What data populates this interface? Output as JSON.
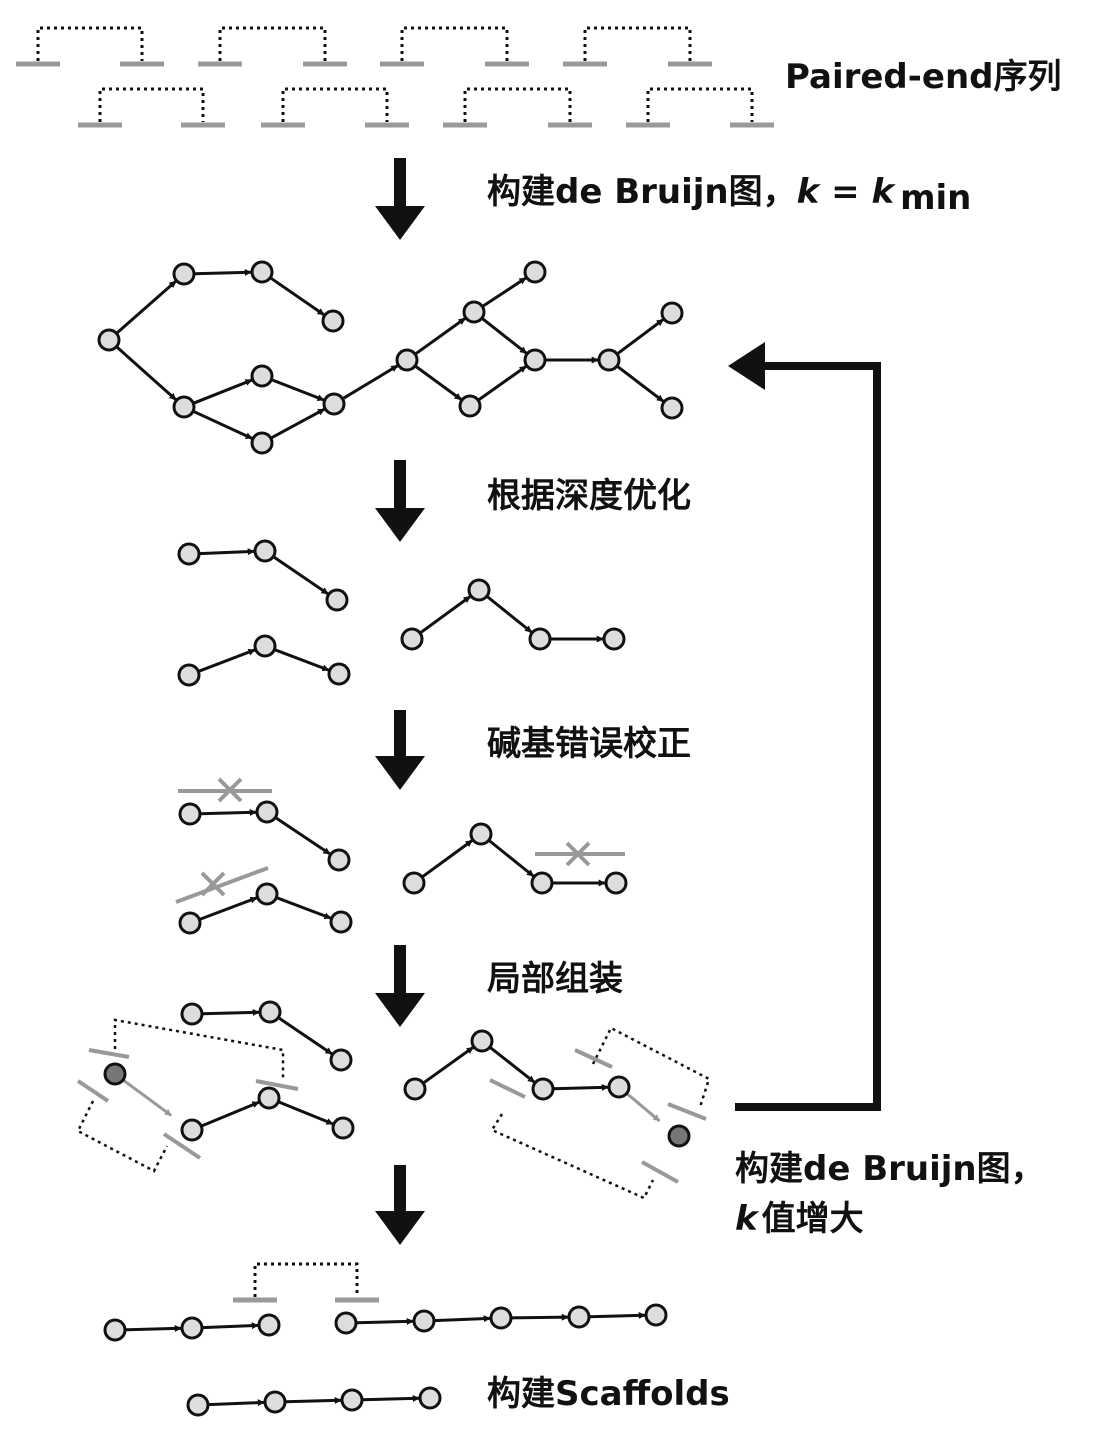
{
  "labels": {
    "paired_end": "Paired-end序列",
    "build_graph_prefix": "构建de Bruijn图，",
    "k": "k",
    "equals": " = ",
    "k_sub": "min",
    "optimize_depth": "根据深度优化",
    "base_error_correction": "碱基错误校正",
    "local_assembly": "局部组装",
    "rebuild_line1": "构建de Bruijn图，",
    "rebuild_k": "k",
    "rebuild_line2_rest": "值增大",
    "build_scaffolds": "构建Scaffolds"
  },
  "colors": {
    "node_fill": "#dddddd",
    "node_dark": "#777777",
    "edge": "#111111",
    "gray": "#999999",
    "text": "#111111"
  }
}
